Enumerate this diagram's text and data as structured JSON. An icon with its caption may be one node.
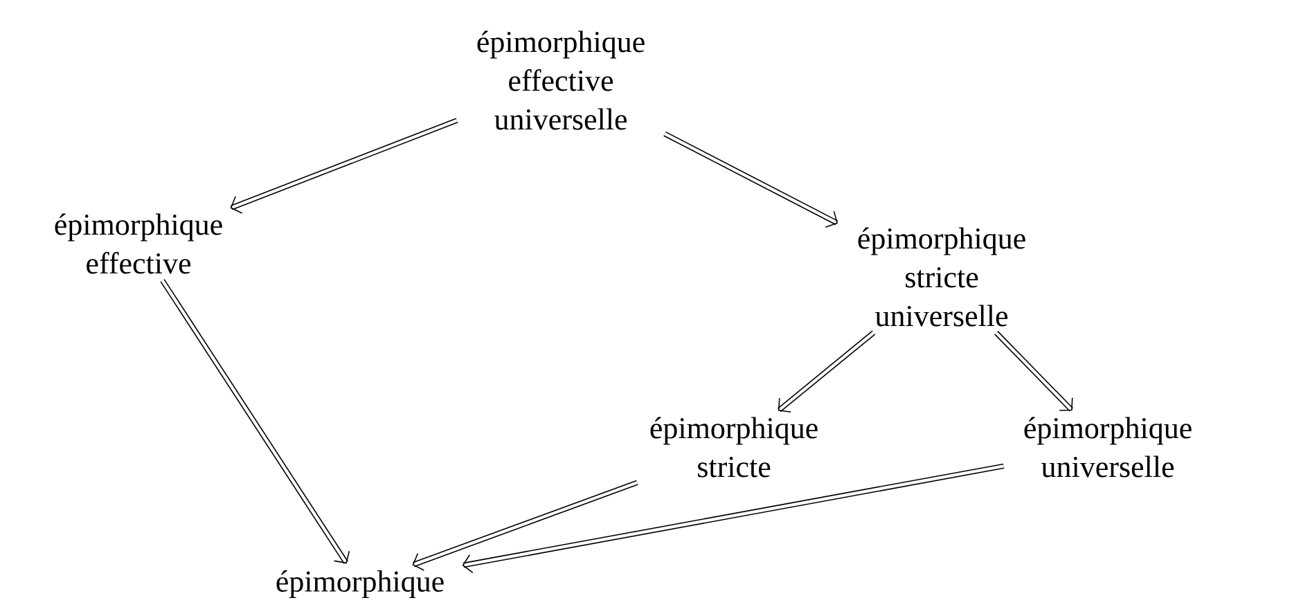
{
  "diagram": {
    "nodes": [
      {
        "text": [
          "épimorphique effective universelle"
        ]
      },
      {
        "text": [
          "épimorphique effective"
        ]
      },
      {
        "text": [
          "épimorphique stricte universelle"
        ]
      },
      {
        "text": [
          "épimorphique stricte"
        ]
      },
      {
        "text": [
          "épimorphique universelle"
        ]
      },
      {
        "text": [
          "épimorphique"
        ]
      }
    ],
    "edges": [
      {
        "from": 0,
        "to": 1,
        "arrow": "to"
      },
      {
        "from": 0,
        "to": 2,
        "arrow": "to"
      },
      {
        "from": 1,
        "to": 5,
        "arrow": "to"
      },
      {
        "from": 2,
        "to": 3,
        "arrow": "to"
      },
      {
        "from": 2,
        "to": 4,
        "arrow": "to"
      },
      {
        "from": 3,
        "to": 5,
        "arrow": "to"
      },
      {
        "from": 4,
        "to": 5,
        "arrow": "to"
      }
    ]
  }
}
